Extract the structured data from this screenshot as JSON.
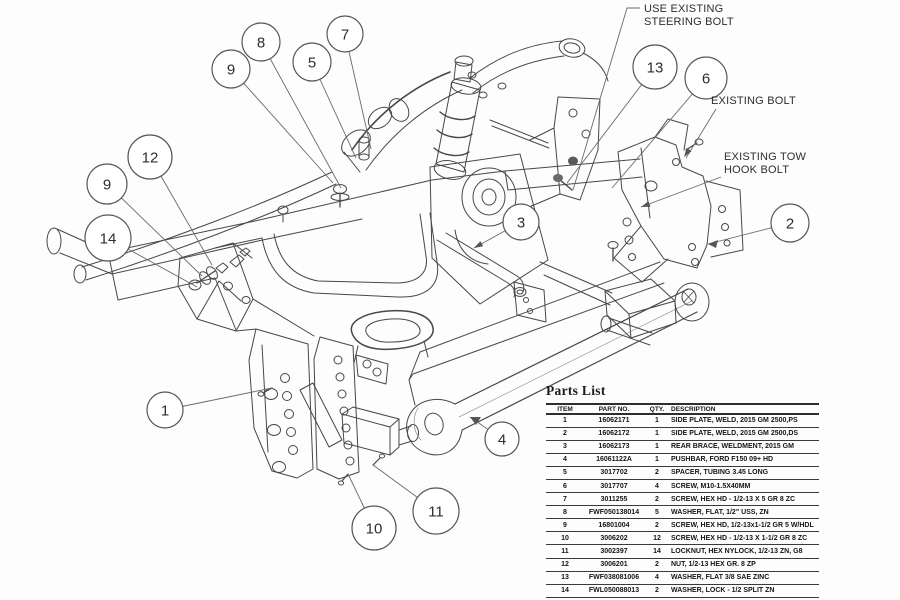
{
  "colors": {
    "background": "#fdfdfd",
    "line_art": "#474747",
    "leader": "#6a6a6a",
    "table_rule": "#2e2e2e",
    "text": "#141414"
  },
  "drawing": {
    "type": "exploded-parts-diagram",
    "subject": "vehicle frame with pushbar mounting assembly"
  },
  "annotations": {
    "steering_bolt_line1": "USE EXISTING",
    "steering_bolt_line2": "STEERING BOLT",
    "existing_bolt": "EXISTING BOLT",
    "tow_hook_line1": "EXISTING TOW",
    "tow_hook_line2": "HOOK BOLT"
  },
  "callouts": [
    {
      "label": "7"
    },
    {
      "label": "8"
    },
    {
      "label": "5"
    },
    {
      "label": "9"
    },
    {
      "label": "13"
    },
    {
      "label": "6"
    },
    {
      "label": "12"
    },
    {
      "label": "9"
    },
    {
      "label": "14"
    },
    {
      "label": "2"
    },
    {
      "label": "3"
    },
    {
      "label": "1"
    },
    {
      "label": "4"
    },
    {
      "label": "10"
    },
    {
      "label": "11"
    }
  ],
  "parts_list": {
    "title": "Parts List",
    "columns": [
      "ITEM",
      "PART NO.",
      "QTY.",
      "DESCRIPTION"
    ],
    "rows": [
      {
        "item": "1",
        "part_no": "16062171",
        "qty": "1",
        "description": "SIDE PLATE, WELD, 2015 GM 2500,PS"
      },
      {
        "item": "2",
        "part_no": "16062172",
        "qty": "1",
        "description": "SIDE PLATE, WELD, 2015 GM 2500,DS"
      },
      {
        "item": "3",
        "part_no": "16062173",
        "qty": "1",
        "description": "REAR BRACE, WELDMENT, 2015 GM"
      },
      {
        "item": "4",
        "part_no": "16061122A",
        "qty": "1",
        "description": "PUSHBAR, FORD F150 09+ HD"
      },
      {
        "item": "5",
        "part_no": "3017702",
        "qty": "2",
        "description": "SPACER, TUBING 3.45 LONG"
      },
      {
        "item": "6",
        "part_no": "3017707",
        "qty": "4",
        "description": "SCREW, M10-1.5X40MM"
      },
      {
        "item": "7",
        "part_no": "3011255",
        "qty": "2",
        "description": "SCREW, HEX HD - 1/2-13 X 5 GR 8 ZC"
      },
      {
        "item": "8",
        "part_no": "FWF050138014",
        "qty": "5",
        "description": "WASHER, FLAT, 1/2\" USS, ZN"
      },
      {
        "item": "9",
        "part_no": "16801004",
        "qty": "2",
        "description": "SCREW, HEX HD, 1/2-13x1-1/2 GR 5 W/HDL"
      },
      {
        "item": "10",
        "part_no": "3006202",
        "qty": "12",
        "description": "SCREW, HEX HD - 1/2-13 X 1-1/2 GR 8 ZC"
      },
      {
        "item": "11",
        "part_no": "3002397",
        "qty": "14",
        "description": "LOCKNUT, HEX NYLOCK, 1/2-13 ZN, G8"
      },
      {
        "item": "12",
        "part_no": "3006201",
        "qty": "2",
        "description": "NUT, 1/2-13 HEX GR. 8 ZP"
      },
      {
        "item": "13",
        "part_no": "FWF038081006",
        "qty": "4",
        "description": "WASHER, FLAT 3/8 SAE ZINC"
      },
      {
        "item": "14",
        "part_no": "FWL050088013",
        "qty": "2",
        "description": "WASHER, LOCK - 1/2 SPLIT ZN"
      }
    ]
  }
}
